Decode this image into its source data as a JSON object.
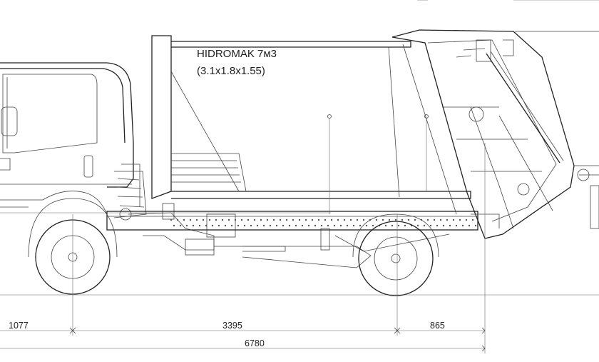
{
  "drawing": {
    "title": "HIDROMAK 7м3",
    "subtitle": "(3.1x1.8x1.55)"
  },
  "dimensions": {
    "front_overhang": "1077",
    "wheelbase": "3395",
    "rear_overhang": "865",
    "overall_length": "6780"
  }
}
